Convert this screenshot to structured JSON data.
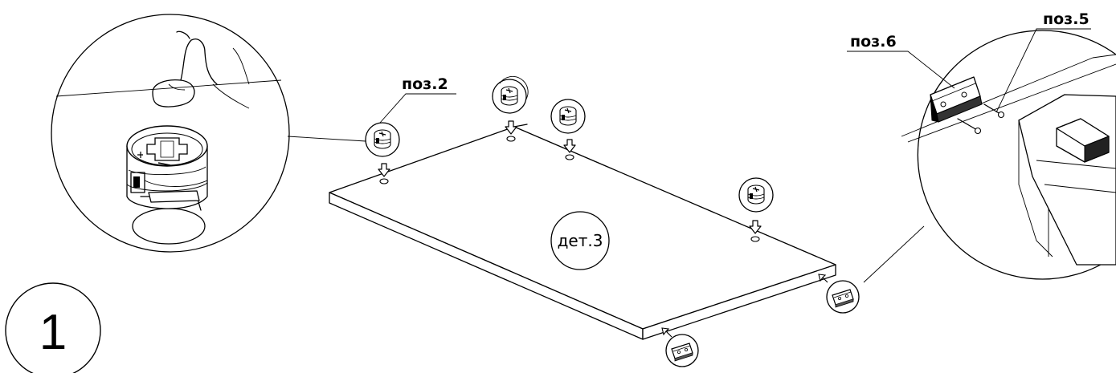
{
  "labels": {
    "part_pos2": "поз.2",
    "part_pos5": "поз.5",
    "part_pos6": "поз.6",
    "detail": "дет.3",
    "step_number": "1"
  },
  "icons": {
    "cam_fitting": "cam-lock-icon",
    "bracket": "bracket-icon",
    "arrow": "arrow-icon"
  }
}
